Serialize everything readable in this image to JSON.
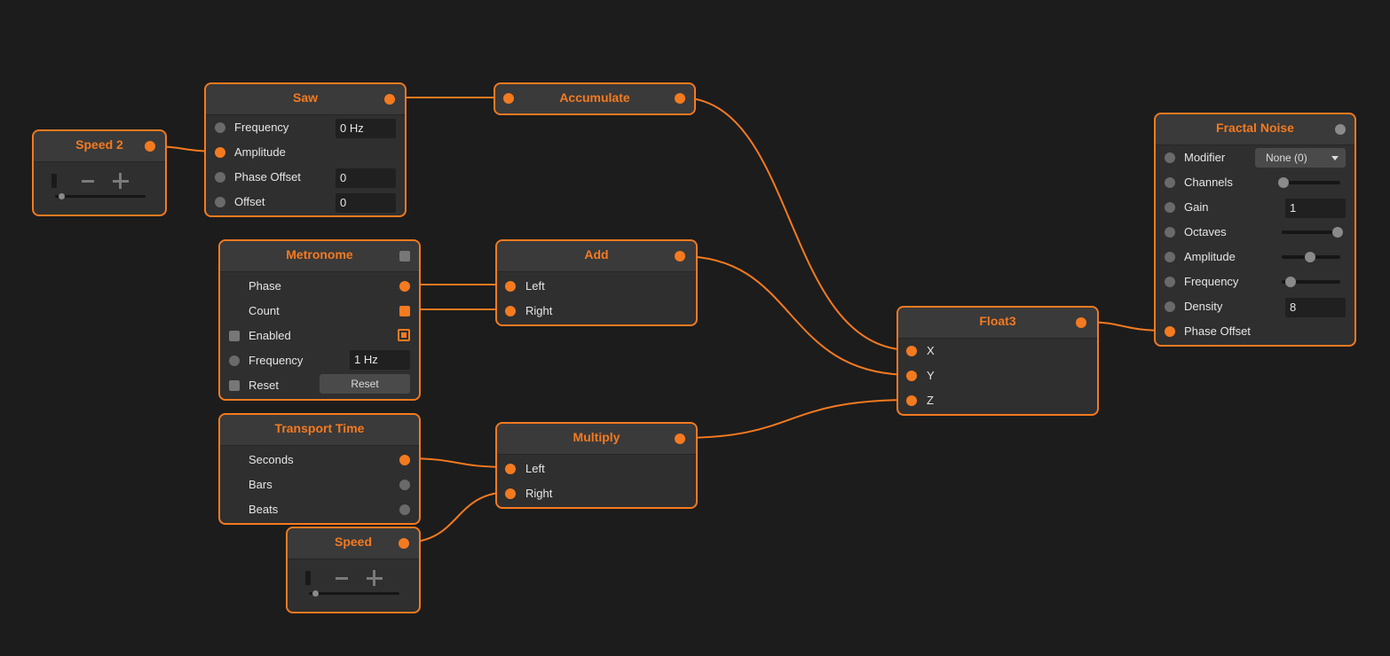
{
  "colors": {
    "accent": "#f47a20",
    "background": "#1c1c1c",
    "node_bg": "#2f2f2f",
    "port_inactive": "#6a6a6a"
  },
  "nodes": {
    "speed2": {
      "title": "Speed 2",
      "value": 0.05
    },
    "saw": {
      "title": "Saw",
      "frequency_label": "Frequency",
      "frequency_value": "0 Hz",
      "amplitude_label": "Amplitude",
      "phase_offset_label": "Phase Offset",
      "phase_offset_value": "0",
      "offset_label": "Offset",
      "offset_value": "0"
    },
    "accumulate": {
      "title": "Accumulate"
    },
    "metronome": {
      "title": "Metronome",
      "phase_label": "Phase",
      "count_label": "Count",
      "enabled_label": "Enabled",
      "frequency_label": "Frequency",
      "frequency_value": "1 Hz",
      "reset_label": "Reset",
      "reset_button": "Reset"
    },
    "add": {
      "title": "Add",
      "left_label": "Left",
      "right_label": "Right"
    },
    "transport_time": {
      "title": "Transport Time",
      "seconds_label": "Seconds",
      "bars_label": "Bars",
      "beats_label": "Beats"
    },
    "multiply": {
      "title": "Multiply",
      "left_label": "Left",
      "right_label": "Right"
    },
    "speed": {
      "title": "Speed",
      "value": 0.05
    },
    "float3": {
      "title": "Float3",
      "x_label": "X",
      "y_label": "Y",
      "z_label": "Z"
    },
    "fractal_noise": {
      "title": "Fractal Noise",
      "modifier_label": "Modifier",
      "modifier_value": "None (0)",
      "channels_label": "Channels",
      "channels_level": 0.0,
      "gain_label": "Gain",
      "gain_value": "1",
      "octaves_label": "Octaves",
      "octaves_level": 1.0,
      "amplitude_label": "Amplitude",
      "amplitude_level": 0.5,
      "frequency_label": "Frequency",
      "frequency_level": 0.1,
      "density_label": "Density",
      "density_value": "8",
      "phase_offset_label": "Phase Offset"
    }
  }
}
